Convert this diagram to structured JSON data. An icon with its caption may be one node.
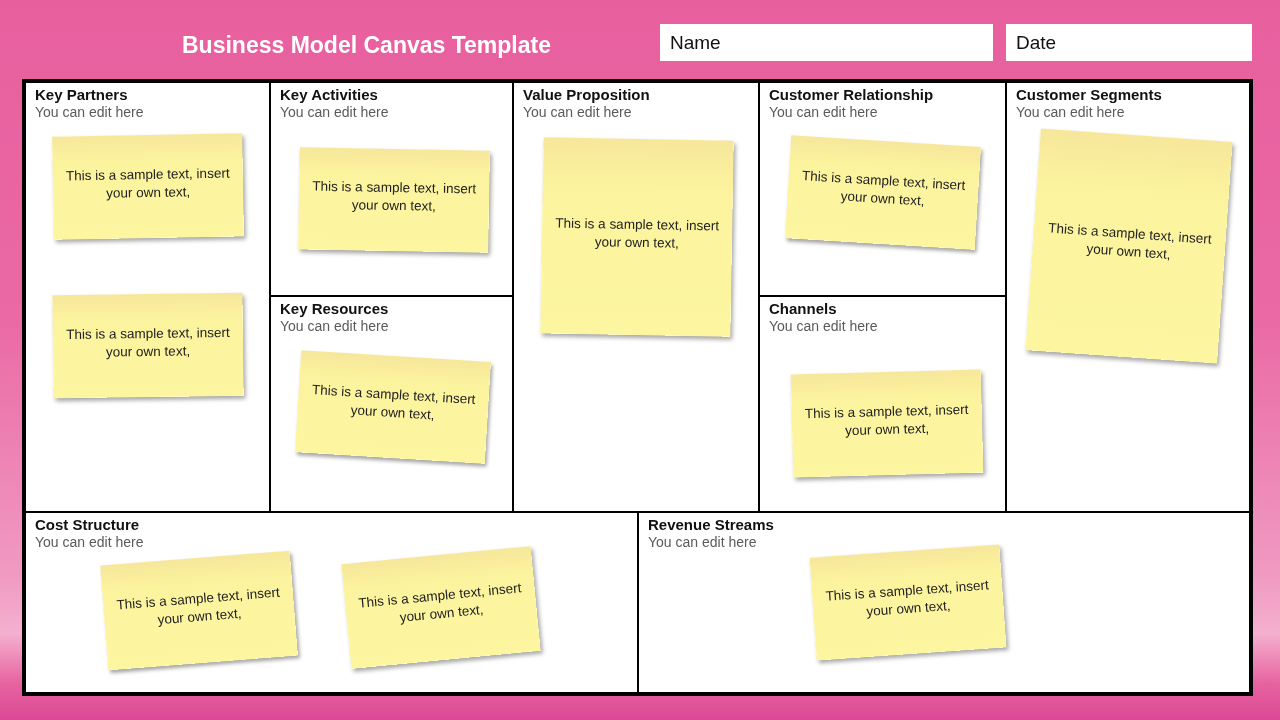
{
  "diagram": {
    "title": "Business Model Canvas Template",
    "nodes": [
      {
        "text": [
          "Name"
        ]
      },
      {
        "text": [
          "Date"
        ]
      },
      {
        "text": [
          "Key Partners",
          "You can edit here"
        ]
      },
      {
        "text": [
          "This is a sample text, insert your own text,"
        ],
        "in": 2
      },
      {
        "text": [
          "This is a sample text, insert your own text,"
        ],
        "in": 2
      },
      {
        "text": [
          "Key Activities",
          "You can edit here"
        ]
      },
      {
        "text": [
          "This is a sample text, insert your own text,"
        ],
        "in": 5
      },
      {
        "text": [
          "Value Proposition",
          "You can edit here"
        ]
      },
      {
        "text": [
          "This is a sample text, insert your own text,"
        ],
        "in": 7
      },
      {
        "text": [
          "Customer Relationship",
          "You can edit here"
        ]
      },
      {
        "text": [
          "This is a sample text, insert your own text,"
        ],
        "in": 9
      },
      {
        "text": [
          "Customer Segments",
          "You can edit here"
        ]
      },
      {
        "text": [
          "This is a sample text, insert your own text,"
        ],
        "in": 11
      },
      {
        "text": [
          "Key Resources",
          "You can edit here"
        ]
      },
      {
        "text": [
          "This is a sample text, insert your own text,"
        ],
        "in": 13
      },
      {
        "text": [
          "Channels",
          "You can edit here"
        ]
      },
      {
        "text": [
          "This is a sample text, insert your own text,"
        ],
        "in": 15
      },
      {
        "text": [
          "Cost Structure",
          "You can edit here"
        ]
      },
      {
        "text": [
          "This is a sample text, insert your own text,"
        ],
        "in": 17
      },
      {
        "text": [
          "This is a sample text, insert your own text,"
        ],
        "in": 17
      },
      {
        "text": [
          "Revenue Streams",
          "You can edit here"
        ]
      },
      {
        "text": [
          "This is a sample text, insert your own text,"
        ],
        "in": 20
      }
    ]
  }
}
